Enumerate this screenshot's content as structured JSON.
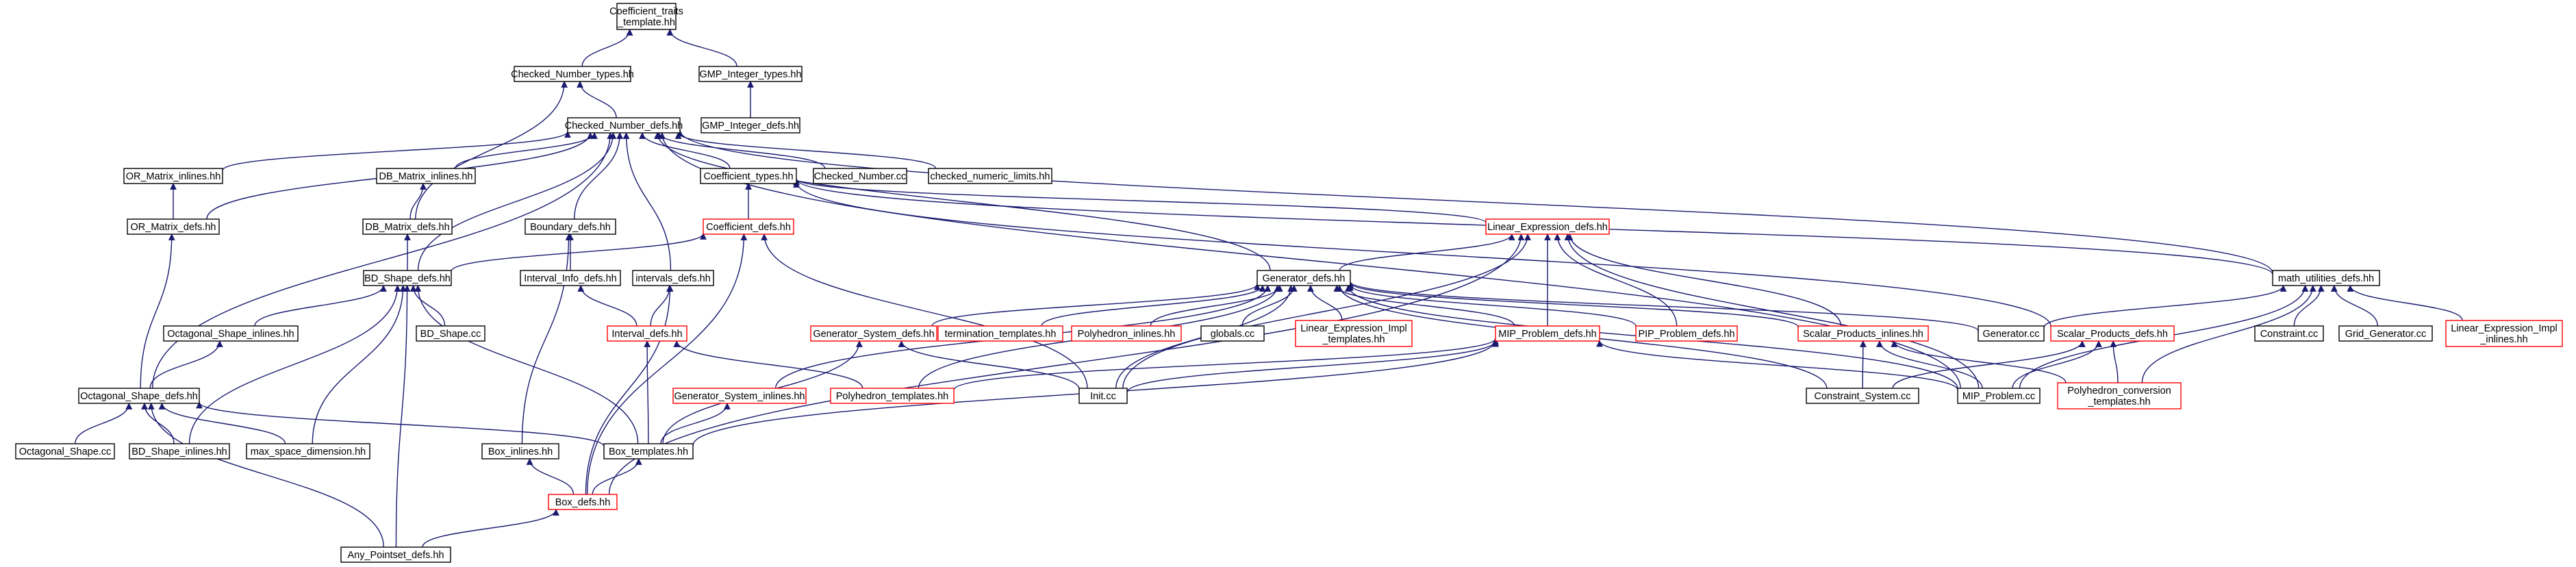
{
  "title": "",
  "colors": {
    "edge": "#191970",
    "node_border_black": "#000000",
    "node_border_red": "#ff0000",
    "root_fill": "#bfbfbf",
    "node_fill": "#ffffff"
  },
  "nodes": [
    {
      "id": "coef_traits",
      "lines": [
        "Coefficient_traits",
        "_template.hh"
      ],
      "border": "black",
      "root": true
    },
    {
      "id": "checked_number_types",
      "lines": [
        "Checked_Number_types.hh"
      ],
      "border": "black"
    },
    {
      "id": "gmp_integer_types",
      "lines": [
        "GMP_Integer_types.hh"
      ],
      "border": "black"
    },
    {
      "id": "checked_number_defs",
      "lines": [
        "Checked_Number_defs.hh"
      ],
      "border": "black"
    },
    {
      "id": "gmp_integer_defs",
      "lines": [
        "GMP_Integer_defs.hh"
      ],
      "border": "black"
    },
    {
      "id": "or_matrix_inlines",
      "lines": [
        "OR_Matrix_inlines.hh"
      ],
      "border": "black"
    },
    {
      "id": "db_matrix_inlines",
      "lines": [
        "DB_Matrix_inlines.hh"
      ],
      "border": "black"
    },
    {
      "id": "coefficient_types",
      "lines": [
        "Coefficient_types.hh"
      ],
      "border": "black"
    },
    {
      "id": "checked_number_cc",
      "lines": [
        "Checked_Number.cc"
      ],
      "border": "black"
    },
    {
      "id": "checked_numeric_limits",
      "lines": [
        "checked_numeric_limits.hh"
      ],
      "border": "black"
    },
    {
      "id": "or_matrix_defs",
      "lines": [
        "OR_Matrix_defs.hh"
      ],
      "border": "black"
    },
    {
      "id": "db_matrix_defs",
      "lines": [
        "DB_Matrix_defs.hh"
      ],
      "border": "black"
    },
    {
      "id": "boundary_defs",
      "lines": [
        "Boundary_defs.hh"
      ],
      "border": "black"
    },
    {
      "id": "coefficient_defs",
      "lines": [
        "Coefficient_defs.hh"
      ],
      "border": "red"
    },
    {
      "id": "linear_expression_defs",
      "lines": [
        "Linear_Expression_defs.hh"
      ],
      "border": "red"
    },
    {
      "id": "math_utilities_defs",
      "lines": [
        "math_utilities_defs.hh"
      ],
      "border": "black"
    },
    {
      "id": "bd_shape_defs",
      "lines": [
        "BD_Shape_defs.hh"
      ],
      "border": "black"
    },
    {
      "id": "interval_info_defs",
      "lines": [
        "Interval_Info_defs.hh"
      ],
      "border": "black"
    },
    {
      "id": "intervals_defs",
      "lines": [
        "intervals_defs.hh"
      ],
      "border": "black"
    },
    {
      "id": "generator_defs",
      "lines": [
        "Generator_defs.hh"
      ],
      "border": "black"
    },
    {
      "id": "octagonal_shape_inlines",
      "lines": [
        "Octagonal_Shape_inlines.hh"
      ],
      "border": "black"
    },
    {
      "id": "bd_shape_cc",
      "lines": [
        "BD_Shape.cc"
      ],
      "border": "black"
    },
    {
      "id": "interval_defs",
      "lines": [
        "Interval_defs.hh"
      ],
      "border": "red"
    },
    {
      "id": "generator_system_defs",
      "lines": [
        "Generator_System_defs.hh"
      ],
      "border": "red"
    },
    {
      "id": "termination_templates",
      "lines": [
        "termination_templates.hh"
      ],
      "border": "red"
    },
    {
      "id": "polyhedron_inlines",
      "lines": [
        "Polyhedron_inlines.hh"
      ],
      "border": "red"
    },
    {
      "id": "globals_cc",
      "lines": [
        "globals.cc"
      ],
      "border": "black"
    },
    {
      "id": "linear_expression_impl_templates",
      "lines": [
        "Linear_Expression_Impl",
        "_templates.hh"
      ],
      "border": "red"
    },
    {
      "id": "mip_problem_defs",
      "lines": [
        "MIP_Problem_defs.hh"
      ],
      "border": "red"
    },
    {
      "id": "pip_problem_defs",
      "lines": [
        "PIP_Problem_defs.hh"
      ],
      "border": "red"
    },
    {
      "id": "scalar_products_inlines",
      "lines": [
        "Scalar_Products_inlines.hh"
      ],
      "border": "red"
    },
    {
      "id": "generator_cc",
      "lines": [
        "Generator.cc"
      ],
      "border": "black"
    },
    {
      "id": "scalar_products_defs",
      "lines": [
        "Scalar_Products_defs.hh"
      ],
      "border": "red"
    },
    {
      "id": "constraint_cc",
      "lines": [
        "Constraint.cc"
      ],
      "border": "black"
    },
    {
      "id": "grid_generator_cc",
      "lines": [
        "Grid_Generator.cc"
      ],
      "border": "black"
    },
    {
      "id": "linear_expression_impl_inlines",
      "lines": [
        "Linear_Expression_Impl",
        "_inlines.hh"
      ],
      "border": "red"
    },
    {
      "id": "octagonal_shape_defs",
      "lines": [
        "Octagonal_Shape_defs.hh"
      ],
      "border": "black"
    },
    {
      "id": "generator_system_inlines",
      "lines": [
        "Generator_System_inlines.hh"
      ],
      "border": "red"
    },
    {
      "id": "polyhedron_templates",
      "lines": [
        "Polyhedron_templates.hh"
      ],
      "border": "red"
    },
    {
      "id": "init_cc",
      "lines": [
        "Init.cc"
      ],
      "border": "black"
    },
    {
      "id": "constraint_system_cc",
      "lines": [
        "Constraint_System.cc"
      ],
      "border": "black"
    },
    {
      "id": "mip_problem_cc",
      "lines": [
        "MIP_Problem.cc"
      ],
      "border": "black"
    },
    {
      "id": "polyhedron_conversion_templates",
      "lines": [
        "Polyhedron_conversion",
        "_templates.hh"
      ],
      "border": "red"
    },
    {
      "id": "octagonal_shape_cc",
      "lines": [
        "Octagonal_Shape.cc"
      ],
      "border": "black"
    },
    {
      "id": "bd_shape_inlines",
      "lines": [
        "BD_Shape_inlines.hh"
      ],
      "border": "black"
    },
    {
      "id": "max_space_dimension",
      "lines": [
        "max_space_dimension.hh"
      ],
      "border": "black"
    },
    {
      "id": "box_inlines",
      "lines": [
        "Box_inlines.hh"
      ],
      "border": "black"
    },
    {
      "id": "box_templates",
      "lines": [
        "Box_templates.hh"
      ],
      "border": "black"
    },
    {
      "id": "box_defs",
      "lines": [
        "Box_defs.hh"
      ],
      "border": "red"
    },
    {
      "id": "any_pointset_defs",
      "lines": [
        "Any_Pointset_defs.hh"
      ],
      "border": "black"
    }
  ],
  "edges": [
    [
      "checked_number_types",
      "coef_traits"
    ],
    [
      "gmp_integer_types",
      "coef_traits"
    ],
    [
      "checked_number_defs",
      "checked_number_types"
    ],
    [
      "gmp_integer_defs",
      "gmp_integer_types"
    ],
    [
      "or_matrix_inlines",
      "checked_number_defs"
    ],
    [
      "db_matrix_inlines",
      "checked_number_defs"
    ],
    [
      "coefficient_types",
      "checked_number_defs"
    ],
    [
      "checked_number_cc",
      "checked_number_defs"
    ],
    [
      "checked_numeric_limits",
      "checked_number_defs"
    ],
    [
      "or_matrix_defs",
      "checked_number_defs"
    ],
    [
      "boundary_defs",
      "checked_number_defs"
    ],
    [
      "bd_shape_defs",
      "checked_number_defs"
    ],
    [
      "intervals_defs",
      "checked_number_defs"
    ],
    [
      "generator_defs",
      "checked_number_defs"
    ],
    [
      "math_utilities_defs",
      "checked_number_defs"
    ],
    [
      "mip_problem_cc",
      "checked_number_defs"
    ],
    [
      "octagonal_shape_defs",
      "checked_number_defs"
    ],
    [
      "db_matrix_defs",
      "checked_number_types"
    ],
    [
      "or_matrix_defs",
      "or_matrix_inlines"
    ],
    [
      "db_matrix_defs",
      "db_matrix_inlines"
    ],
    [
      "coefficient_defs",
      "coefficient_types"
    ],
    [
      "linear_expression_defs",
      "coefficient_types"
    ],
    [
      "math_utilities_defs",
      "coefficient_types"
    ],
    [
      "scalar_products_defs",
      "coefficient_types"
    ],
    [
      "bd_shape_defs",
      "db_matrix_defs"
    ],
    [
      "octagonal_shape_defs",
      "or_matrix_defs"
    ],
    [
      "interval_info_defs",
      "boundary_defs"
    ],
    [
      "box_inlines",
      "boundary_defs"
    ],
    [
      "bd_shape_defs",
      "coefficient_defs"
    ],
    [
      "init_cc",
      "coefficient_defs"
    ],
    [
      "box_defs",
      "coefficient_defs"
    ],
    [
      "generator_defs",
      "linear_expression_defs"
    ],
    [
      "mip_problem_defs",
      "linear_expression_defs"
    ],
    [
      "pip_problem_defs",
      "linear_expression_defs"
    ],
    [
      "scalar_products_inlines",
      "linear_expression_defs"
    ],
    [
      "mip_problem_cc",
      "linear_expression_defs"
    ],
    [
      "init_cc",
      "linear_expression_defs"
    ],
    [
      "generator_cc",
      "math_utilities_defs"
    ],
    [
      "constraint_cc",
      "math_utilities_defs"
    ],
    [
      "grid_generator_cc",
      "math_utilities_defs"
    ],
    [
      "linear_expression_impl_inlines",
      "math_utilities_defs"
    ],
    [
      "mip_problem_cc",
      "math_utilities_defs"
    ],
    [
      "polyhedron_conversion_templates",
      "math_utilities_defs"
    ],
    [
      "octagonal_shape_inlines",
      "bd_shape_defs"
    ],
    [
      "bd_shape_cc",
      "bd_shape_defs"
    ],
    [
      "bd_shape_inlines",
      "bd_shape_defs"
    ],
    [
      "max_space_dimension",
      "bd_shape_defs"
    ],
    [
      "box_templates",
      "bd_shape_defs"
    ],
    [
      "any_pointset_defs",
      "bd_shape_defs"
    ],
    [
      "interval_defs",
      "interval_info_defs"
    ],
    [
      "interval_defs",
      "intervals_defs"
    ],
    [
      "box_defs",
      "intervals_defs"
    ],
    [
      "generator_system_defs",
      "generator_defs"
    ],
    [
      "termination_templates",
      "generator_defs"
    ],
    [
      "polyhedron_inlines",
      "generator_defs"
    ],
    [
      "globals_cc",
      "generator_defs"
    ],
    [
      "linear_expression_impl_templates",
      "generator_defs"
    ],
    [
      "mip_problem_defs",
      "generator_defs"
    ],
    [
      "pip_problem_defs",
      "generator_defs"
    ],
    [
      "scalar_products_inlines",
      "generator_defs"
    ],
    [
      "generator_cc",
      "generator_defs"
    ],
    [
      "generator_system_inlines",
      "generator_defs"
    ],
    [
      "polyhedron_templates",
      "generator_defs"
    ],
    [
      "init_cc",
      "generator_defs"
    ],
    [
      "constraint_system_cc",
      "generator_defs"
    ],
    [
      "mip_problem_cc",
      "generator_defs"
    ],
    [
      "octagonal_shape_defs",
      "octagonal_shape_inlines"
    ],
    [
      "box_templates",
      "interval_defs"
    ],
    [
      "polyhedron_templates",
      "interval_defs"
    ],
    [
      "init_cc",
      "generator_system_defs"
    ],
    [
      "box_templates",
      "generator_system_defs"
    ],
    [
      "init_cc",
      "mip_problem_defs"
    ],
    [
      "box_templates",
      "mip_problem_defs"
    ],
    [
      "mip_problem_cc",
      "mip_problem_defs"
    ],
    [
      "polyhedron_templates",
      "mip_problem_defs"
    ],
    [
      "constraint_system_cc",
      "scalar_products_inlines"
    ],
    [
      "mip_problem_cc",
      "scalar_products_inlines"
    ],
    [
      "polyhedron_conversion_templates",
      "scalar_products_inlines"
    ],
    [
      "constraint_system_cc",
      "scalar_products_defs"
    ],
    [
      "mip_problem_cc",
      "scalar_products_defs"
    ],
    [
      "polyhedron_conversion_templates",
      "scalar_products_defs"
    ],
    [
      "octagonal_shape_cc",
      "octagonal_shape_defs"
    ],
    [
      "bd_shape_inlines",
      "octagonal_shape_defs"
    ],
    [
      "max_space_dimension",
      "octagonal_shape_defs"
    ],
    [
      "box_templates",
      "octagonal_shape_defs"
    ],
    [
      "any_pointset_defs",
      "octagonal_shape_defs"
    ],
    [
      "box_templates",
      "generator_system_inlines"
    ],
    [
      "box_defs",
      "box_inlines"
    ],
    [
      "box_defs",
      "box_templates"
    ],
    [
      "any_pointset_defs",
      "box_defs"
    ],
    [
      "box_defs",
      "linear_expression_defs"
    ]
  ]
}
